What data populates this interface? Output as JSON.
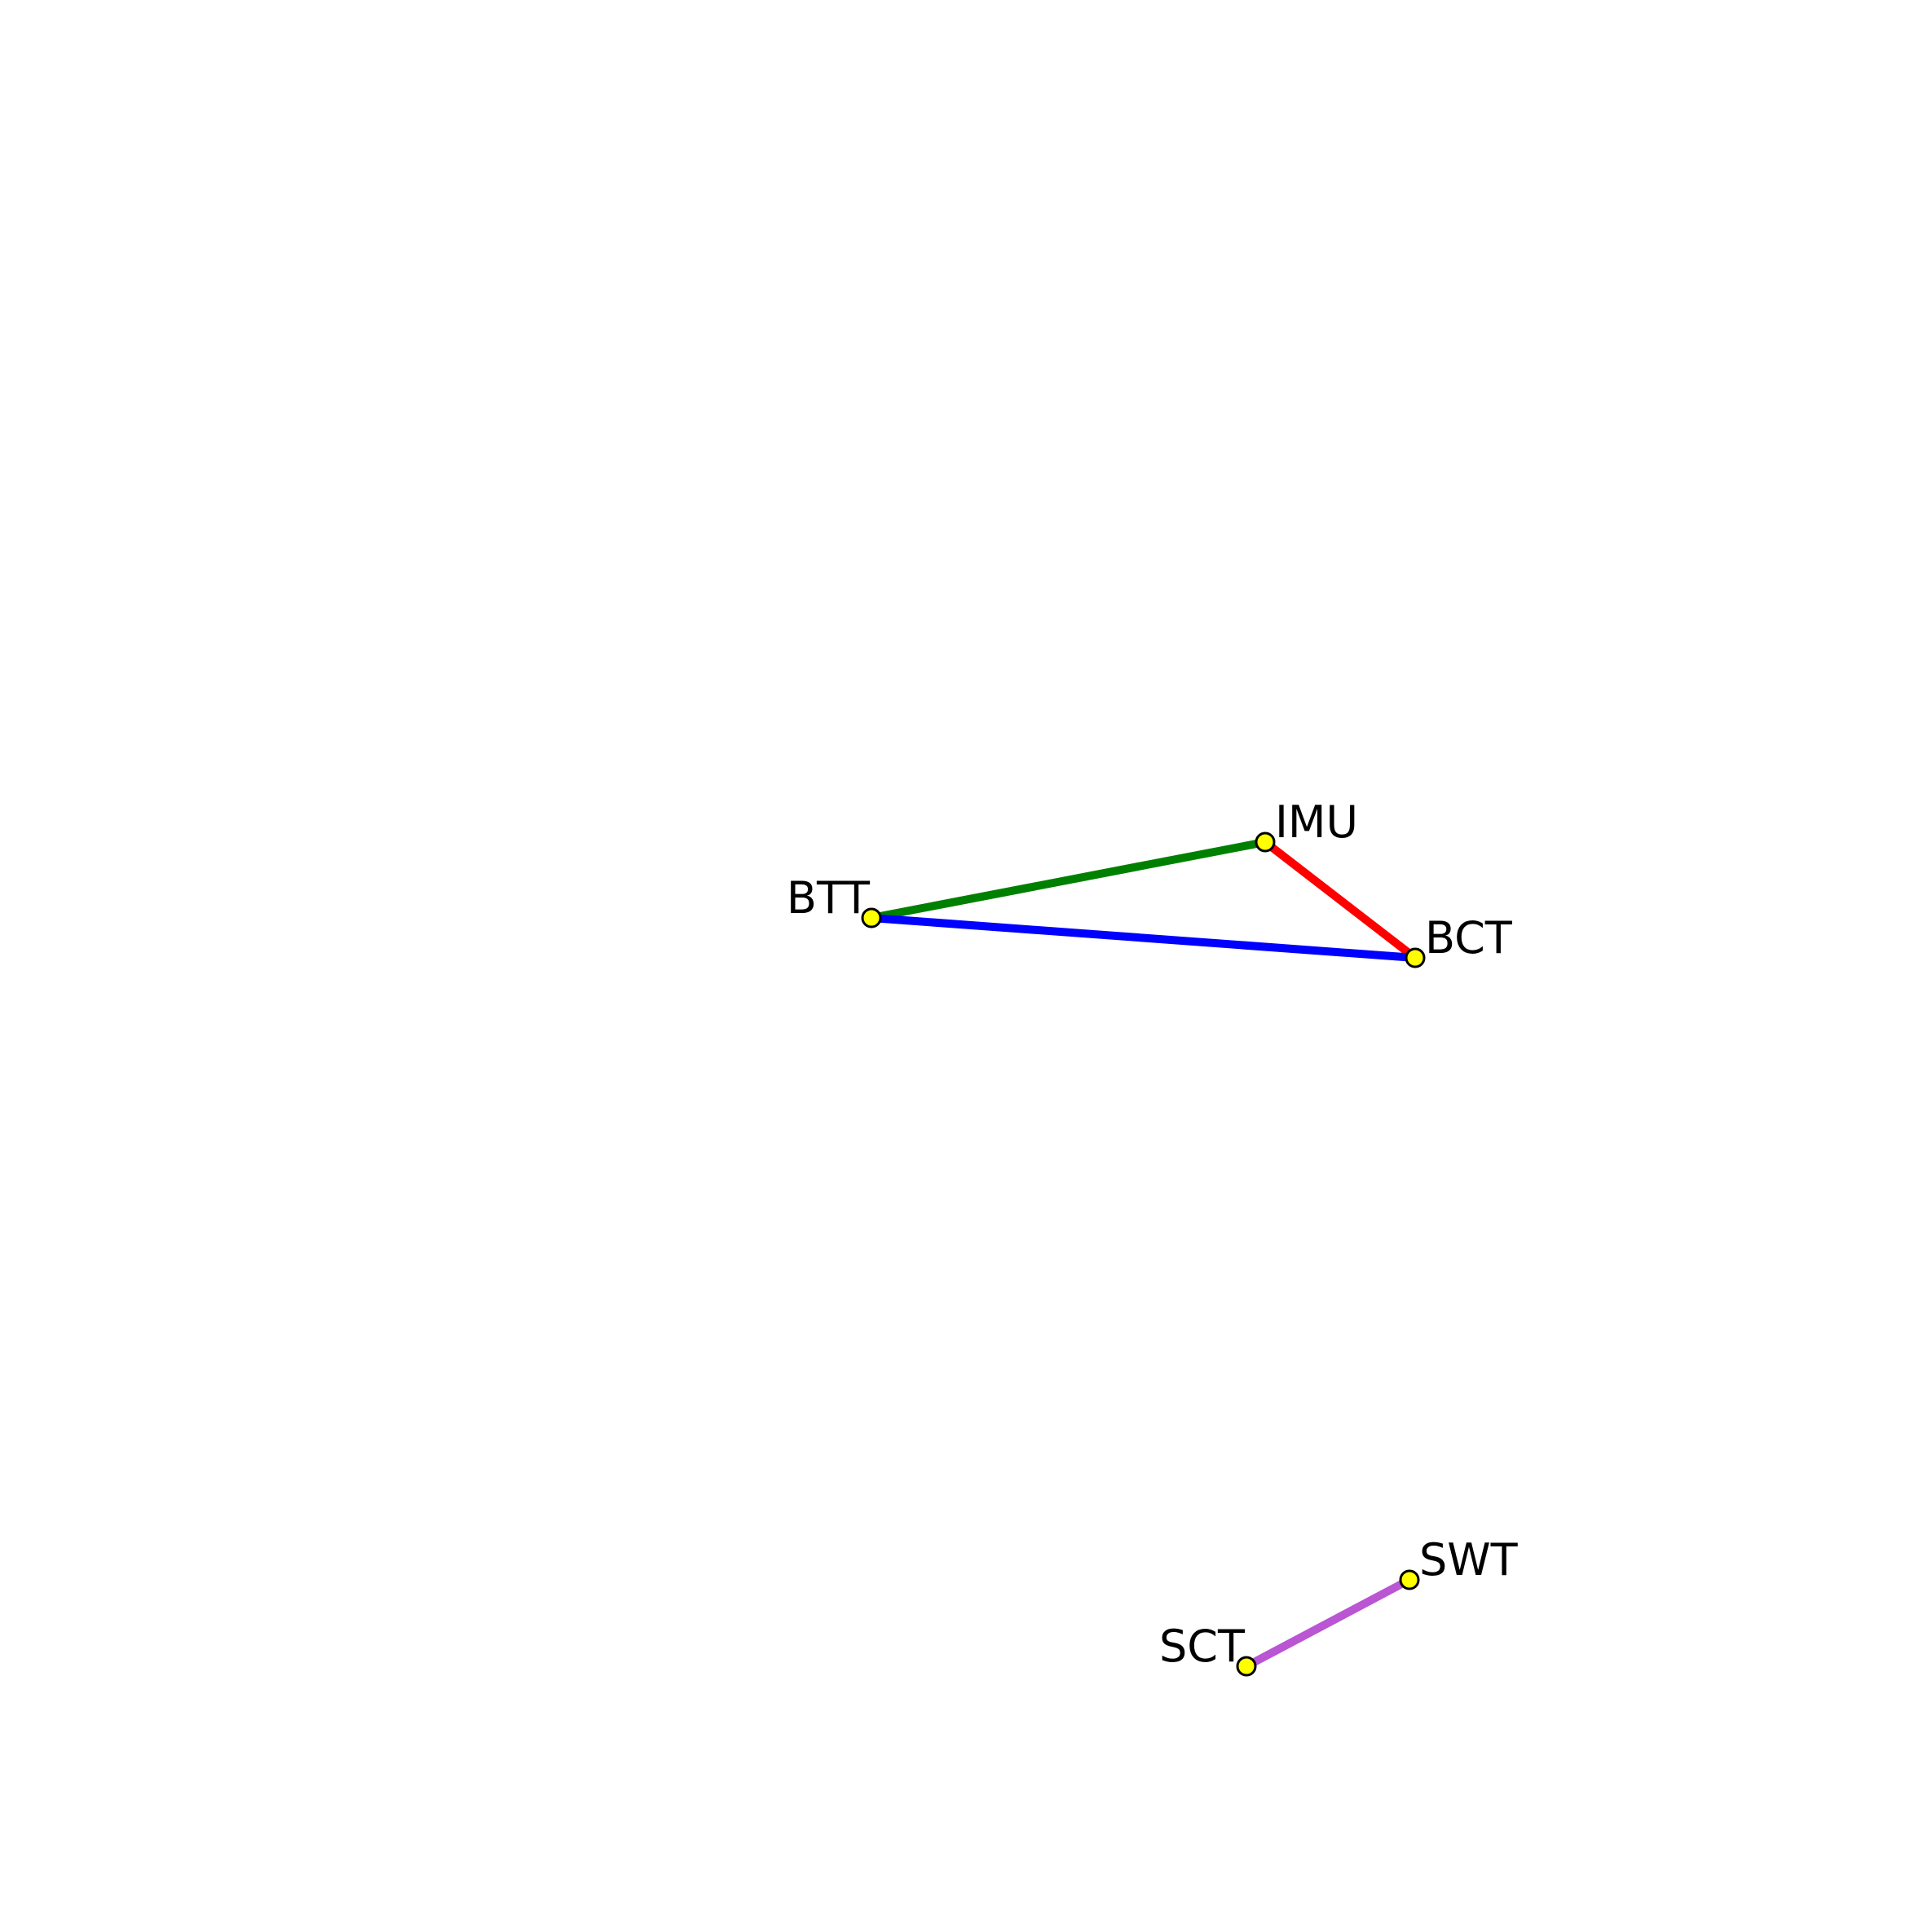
{
  "diagram": {
    "nodes": [
      {
        "id": "IMU",
        "label": "IMU",
        "color": "#ffff00"
      },
      {
        "id": "BTT",
        "label": "BTT",
        "color": "#ffff00"
      },
      {
        "id": "BCT",
        "label": "BCT",
        "color": "#ffff00"
      },
      {
        "id": "SWT",
        "label": "SWT",
        "color": "#ffff00"
      },
      {
        "id": "SCT",
        "label": "SCT",
        "color": "#ffff00"
      }
    ],
    "edges": [
      {
        "source": "BTT",
        "target": "IMU",
        "color": "#008000"
      },
      {
        "source": "IMU",
        "target": "BCT",
        "color": "#ff0000"
      },
      {
        "source": "BTT",
        "target": "BCT",
        "color": "#0000ff"
      },
      {
        "source": "SCT",
        "target": "SWT",
        "color": "#ba55d3"
      }
    ]
  }
}
